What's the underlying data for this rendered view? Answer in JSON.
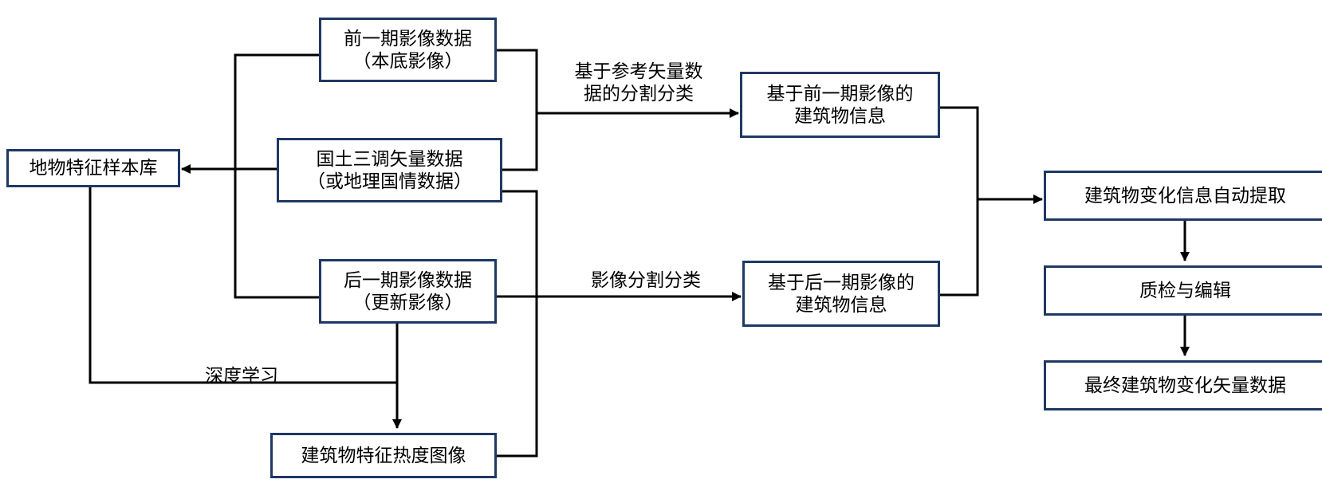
{
  "colors": {
    "box_border": "#1f3864",
    "connector": "#000000",
    "text": "#000000",
    "background": "#ffffff"
  },
  "nodes": {
    "feature_library": {
      "line1": "地物特征样本库"
    },
    "prev_image": {
      "line1": "前一期影像数据",
      "line2": "（本底影像）"
    },
    "vector_data": {
      "line1": "国土三调矢量数据",
      "line2": "（或地理国情数据）"
    },
    "post_image": {
      "line1": "后一期影像数据",
      "line2": "（更新影像）"
    },
    "heatmap": {
      "line1": "建筑物特征热度图像"
    },
    "prev_building": {
      "line1": "基于前一期影像的",
      "line2": "建筑物信息"
    },
    "post_building": {
      "line1": "基于后一期影像的",
      "line2": "建筑物信息"
    },
    "auto_extract": {
      "line1": "建筑物变化信息自动提取"
    },
    "qc_edit": {
      "line1": "质检与编辑"
    },
    "final_vector": {
      "line1": "最终建筑物变化矢量数据"
    }
  },
  "edge_labels": {
    "ref_vector_seg": {
      "line1": "基于参考矢量数",
      "line2": "据的分割分类"
    },
    "image_seg": {
      "line1": "影像分割分类"
    },
    "deep_learning": {
      "line1": "深度学习"
    }
  }
}
